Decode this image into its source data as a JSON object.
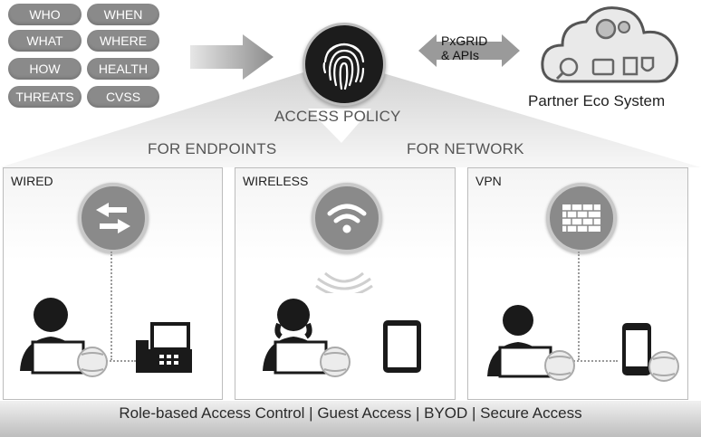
{
  "context_pills": [
    {
      "name": "pill-who",
      "label": "WHO"
    },
    {
      "name": "pill-when",
      "label": "WHEN"
    },
    {
      "name": "pill-what",
      "label": "WHAT"
    },
    {
      "name": "pill-where",
      "label": "WHERE"
    },
    {
      "name": "pill-how",
      "label": "HOW"
    },
    {
      "name": "pill-health",
      "label": "HEALTH"
    },
    {
      "name": "pill-threats",
      "label": "THREATS"
    },
    {
      "name": "pill-cvss",
      "label": "CVSS"
    }
  ],
  "center": {
    "policy_label": "ACCESS POLICY",
    "for_endpoints": "FOR ENDPOINTS",
    "for_network": "FOR NETWORK",
    "icon": "fingerprint-icon"
  },
  "exchange": {
    "line1": "PxGRID",
    "line2": "& APIs"
  },
  "partner": {
    "label": "Partner Eco System",
    "icon": "cloud-icon"
  },
  "panels": {
    "wired": {
      "title": "WIRED",
      "icon": "switch-arrows-icon"
    },
    "wireless": {
      "title": "WIRELESS",
      "icon": "wifi-icon"
    },
    "vpn": {
      "title": "VPN",
      "icon": "firewall-icon"
    }
  },
  "footer": {
    "text": "Role-based Access Control | Guest Access | BYOD | Secure Access"
  }
}
